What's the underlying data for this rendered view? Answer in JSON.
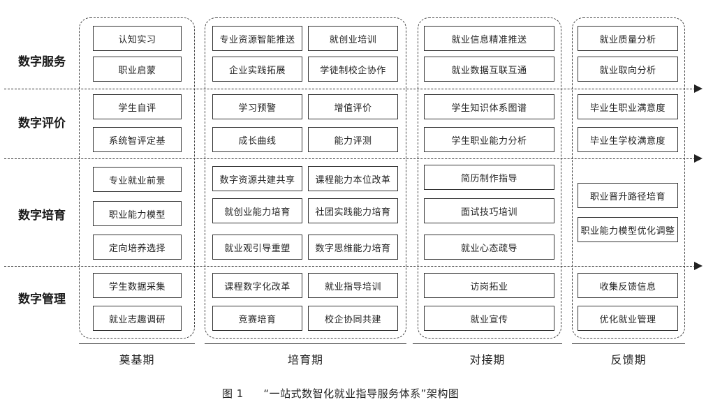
{
  "rows": {
    "service": "数字服务",
    "evaluation": "数字评价",
    "cultivation": "数字培育",
    "management": "数字管理"
  },
  "phases": {
    "foundation": "奠基期",
    "cultivation": "培育期",
    "docking": "对接期",
    "feedback": "反馈期"
  },
  "cells": {
    "foundation": {
      "service": [
        "认知实习",
        "职业启蒙"
      ],
      "evaluation": [
        "学生自评",
        "系统智评定基"
      ],
      "cultivation": [
        "专业就业前景",
        "职业能力模型",
        "定向培养选择"
      ],
      "management": [
        "学生数据采集",
        "就业志趣调研"
      ]
    },
    "cultivation": {
      "service": [
        "专业资源智能推送",
        "就创业培训",
        "企业实践拓展",
        "学徒制校企协作"
      ],
      "evaluation": [
        "学习预警",
        "增值评价",
        "成长曲线",
        "能力评测"
      ],
      "cultivation": [
        "数字资源共建共享",
        "课程能力本位改革",
        "就创业能力培育",
        "社团实践能力培育",
        "就业观引导重塑",
        "数字思维能力培育"
      ],
      "management": [
        "课程数字化改革",
        "就业指导培训",
        "竞赛培育",
        "校企协同共建"
      ]
    },
    "docking": {
      "service": [
        "就业信息精准推送",
        "就业数据互联互通"
      ],
      "evaluation": [
        "学生知识体系图谱",
        "学生职业能力分析"
      ],
      "cultivation": [
        "简历制作指导",
        "面试技巧培训",
        "就业心态疏导"
      ],
      "management": [
        "访岗拓业",
        "就业宣传"
      ]
    },
    "feedback": {
      "service": [
        "就业质量分析",
        "就业取向分析"
      ],
      "evaluation": [
        "毕业生职业满意度",
        "毕业生学校满意度"
      ],
      "cultivation": [
        "职业晋升路径培育",
        "职业能力模型优化调整"
      ],
      "management": [
        "收集反馈信息",
        "优化就业管理"
      ]
    }
  },
  "caption": {
    "figure": "图 1",
    "title": "“一站式数智化就业指导服务体系”架构图"
  }
}
